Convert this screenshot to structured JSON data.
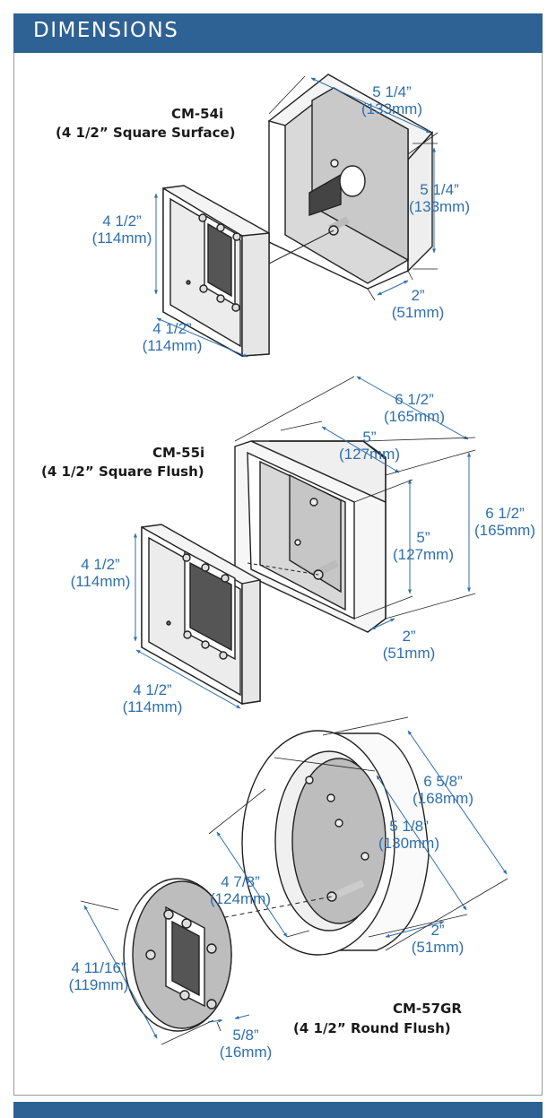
{
  "header": {
    "title": "DIMENSIONS"
  },
  "products": [
    {
      "model": "CM-54i",
      "subtitle": "(4 1/2” Square Surface)",
      "dims": {
        "box_width": [
          "5 1/4”",
          "(133mm)"
        ],
        "box_height": [
          "5 1/4”",
          "(133mm)"
        ],
        "box_depth": [
          "2”",
          "(51mm)"
        ],
        "plate_height": [
          "4 1/2”",
          "(114mm)"
        ],
        "plate_width": [
          "4 1/2”",
          "(114mm)"
        ]
      }
    },
    {
      "model": "CM-55i",
      "subtitle": "(4 1/2” Square Flush)",
      "dims": {
        "flange_width": [
          "6 1/2”",
          "(165mm)"
        ],
        "box_width": [
          "5”",
          "(127mm)"
        ],
        "flange_height": [
          "6 1/2”",
          "(165mm)"
        ],
        "box_height": [
          "5”",
          "(127mm)"
        ],
        "box_depth": [
          "2”",
          "(51mm)"
        ],
        "plate_height": [
          "4 1/2”",
          "(114mm)"
        ],
        "plate_width": [
          "4 1/2”",
          "(114mm)"
        ]
      }
    },
    {
      "model": "CM-57GR",
      "subtitle": "(4 1/2” Round Flush)",
      "dims": {
        "flange_dia": [
          "6 5/8”",
          "(168mm)"
        ],
        "body_dia": [
          "5 1/8”",
          "(130mm)"
        ],
        "opening_dia": [
          "4 7/8”",
          "(124mm)"
        ],
        "depth": [
          "2”",
          "(51mm)"
        ],
        "plate_dia": [
          "4 11/16”",
          "(119mm)"
        ],
        "plate_thickness": [
          "5/8”",
          "(16mm)"
        ]
      }
    }
  ]
}
